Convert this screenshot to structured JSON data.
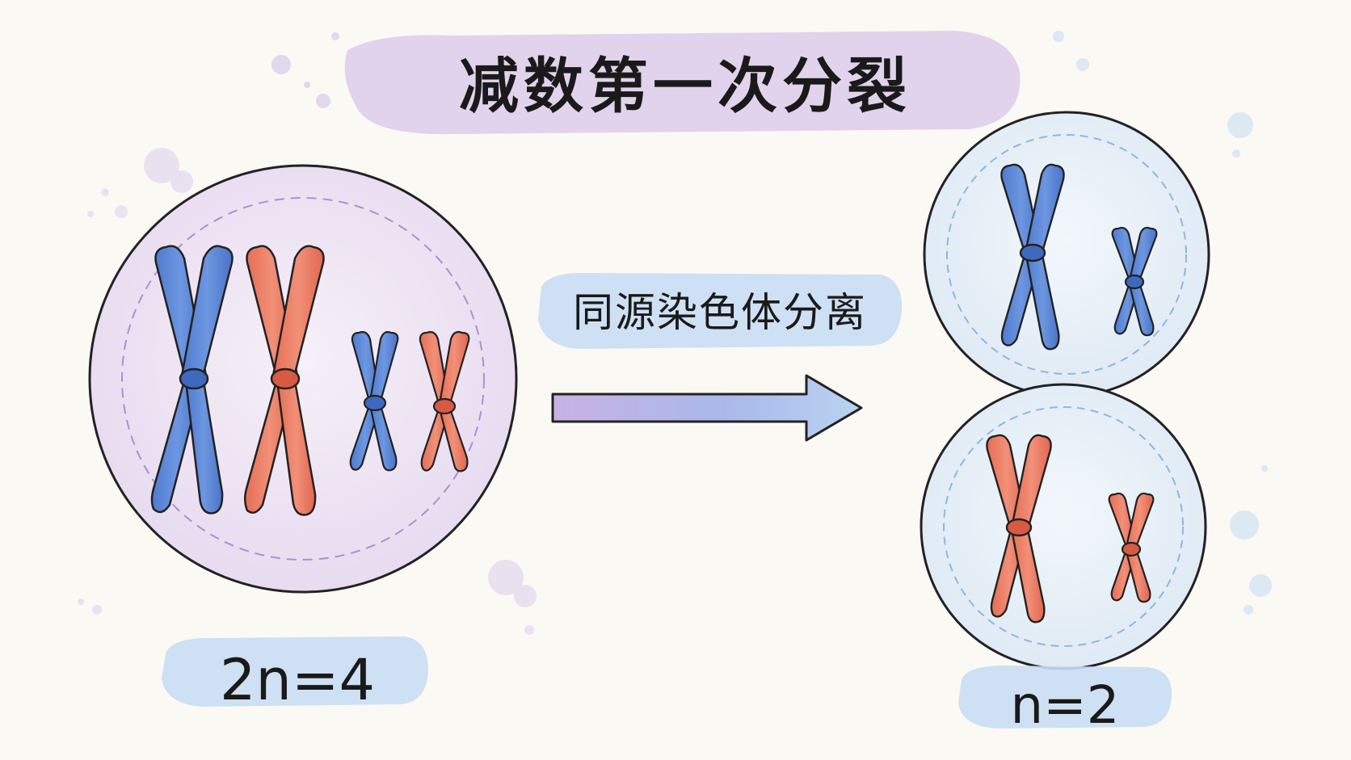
{
  "title": "减数第一次分裂",
  "arrow_label": "同源染色体分离",
  "parent_cell": {
    "ploidy_label": "2n=4"
  },
  "daughter_cells": {
    "ploidy_label": "n=2"
  },
  "colors": {
    "maternal_chromosome": "#5b86d6",
    "paternal_chromosome": "#ec7b62",
    "parent_cell_fill": "#efe6f3",
    "daughter_cell_fill": "#e8f1f7",
    "title_wash": "#d7c6e6",
    "label_wash": "#c6dcf2"
  }
}
